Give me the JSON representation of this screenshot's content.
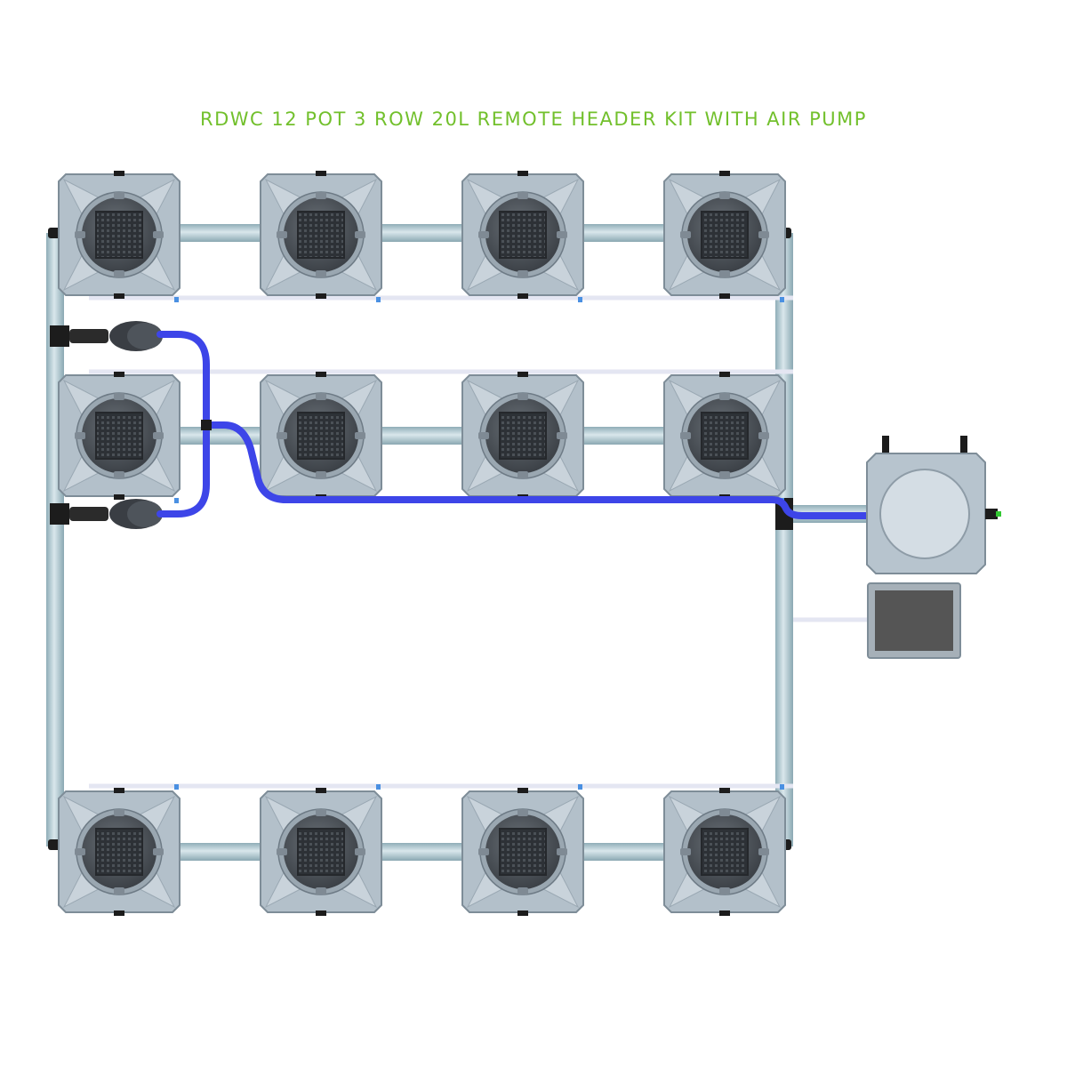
{
  "title": "RDWC 12 POT 3 ROW 20L REMOTE HEADER KIT WITH AIR PUMP",
  "colors": {
    "title": "#72c02c",
    "pot_body": "#b3c0ca",
    "pot_edge": "#7e8d98",
    "pot_lid": "#4d535a",
    "pipe": "#a9c3cc",
    "water_hose": "#3d45e8",
    "air_line": "#e9eaf3",
    "air_pump": "#5a5a5a",
    "fitting": "#1c1c1c"
  },
  "layout": {
    "rows": 3,
    "pots_per_row": 4,
    "pots": [
      {
        "row": 1,
        "col": 1
      },
      {
        "row": 1,
        "col": 2
      },
      {
        "row": 1,
        "col": 3
      },
      {
        "row": 1,
        "col": 4
      },
      {
        "row": 2,
        "col": 1
      },
      {
        "row": 2,
        "col": 2
      },
      {
        "row": 2,
        "col": 3
      },
      {
        "row": 2,
        "col": 4
      },
      {
        "row": 3,
        "col": 1
      },
      {
        "row": 3,
        "col": 2
      },
      {
        "row": 3,
        "col": 3
      },
      {
        "row": 3,
        "col": 4
      }
    ],
    "components": [
      "grow-pot",
      "header-tank",
      "air-pump",
      "pump",
      "water-hose",
      "air-line",
      "pipe"
    ]
  }
}
